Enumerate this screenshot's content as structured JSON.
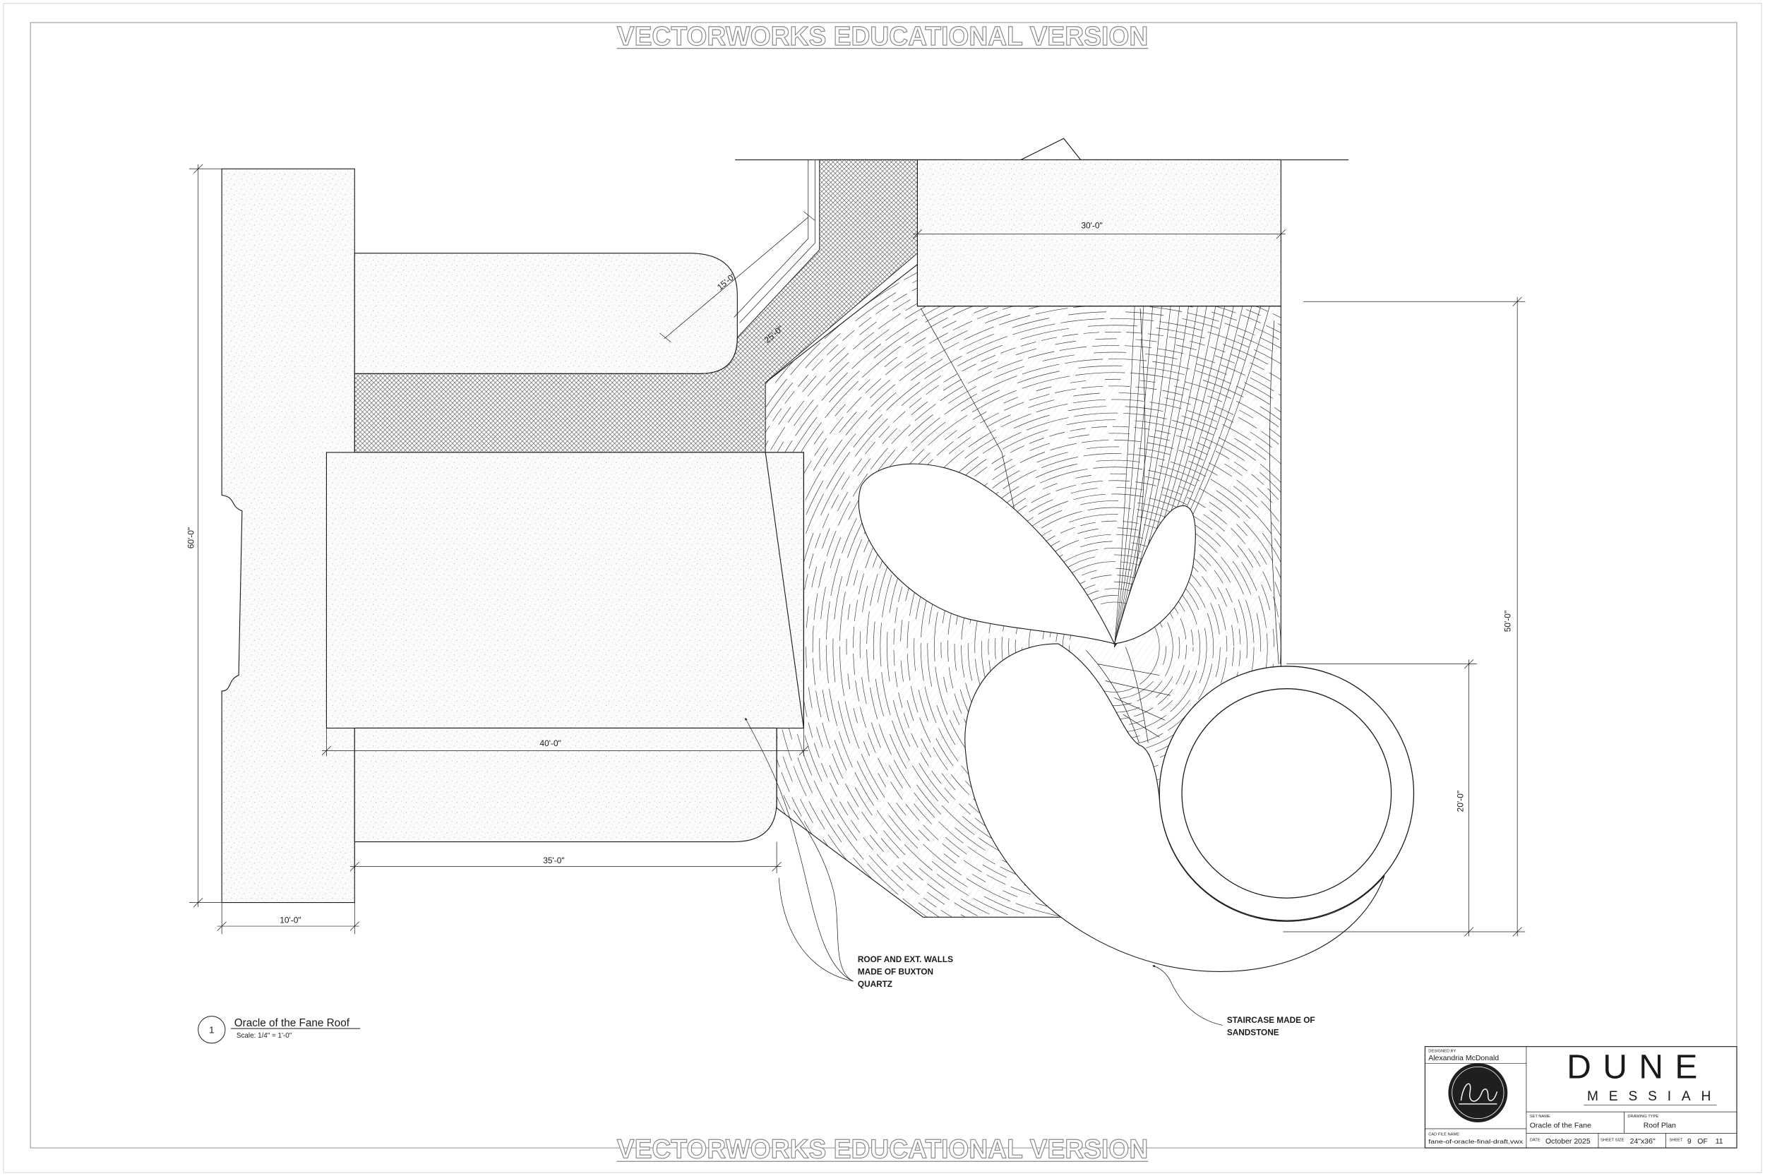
{
  "sheet": {
    "watermark_top": "VECTORWORKS EDUCATIONAL VERSION",
    "watermark_bottom": "VECTORWORKS EDUCATIONAL VERSION"
  },
  "dimensions": {
    "left_height": "60'-0\"",
    "left_width": "10'-0\"",
    "angled_width": "15'-0\"",
    "angled_length": "25'-0\"",
    "main_length": "40'-0\"",
    "lower_length": "35'-0\"",
    "top_width": "30'-0\"",
    "right_height": "50'-0\"",
    "circle_height": "20'-0\""
  },
  "notes": {
    "roof": [
      "ROOF AND EXT. WALLS",
      "MADE OF BUXTON",
      "QUARTZ"
    ],
    "staircase": [
      "STAIRCASE MADE OF",
      "SANDSTONE"
    ]
  },
  "drawing_label": {
    "number": "1",
    "title": "Oracle of the Fane Roof",
    "scale": "Scale: 1/4\" = 1'-0\""
  },
  "title_block": {
    "designed_by_label": "DESIGNED BY",
    "designer": "Alexandria McDonald",
    "cad_file_label": "CAD FILE NAME",
    "cad_file": "fane-of-oracle-final-draft.vwx",
    "project_title": "DUNE",
    "project_subtitle": "MESSIAH",
    "set_name_label": "SET NAME",
    "set_name": "Oracle of the Fane",
    "drawing_type_label": "DRAWING TYPE",
    "drawing_type": "Roof Plan",
    "date_label": "DATE",
    "date": "October 2025",
    "sheet_size_label": "SHEET SIZE",
    "sheet_size": "24\"x36\"",
    "sheet_label": "SHEET",
    "sheet_number": "9",
    "sheet_of": "OF",
    "sheet_total": "11"
  },
  "colors": {
    "linework": "#1a1a1a",
    "watermark_outline": "#8a8a8a",
    "stipple": "#9a9a9a"
  }
}
